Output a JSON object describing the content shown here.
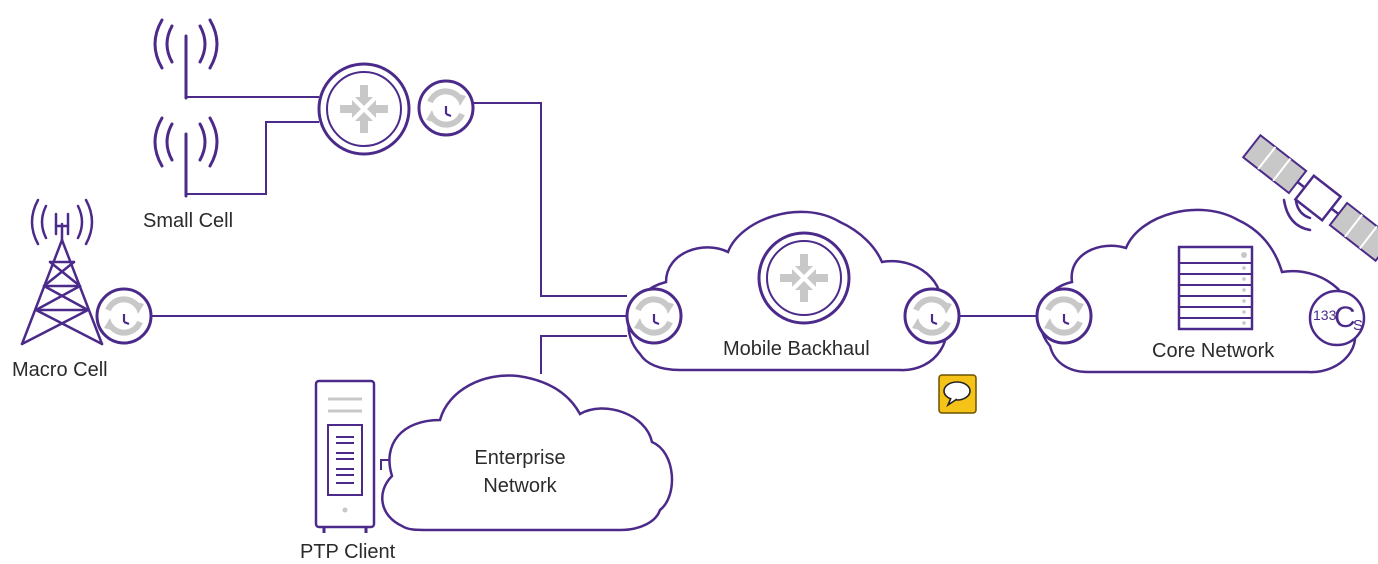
{
  "colors": {
    "purple": "#4b2a8a",
    "gray": "#c8c8c8",
    "comment_yellow": "#f5c218"
  },
  "labels": {
    "small_cell": "Small Cell",
    "macro_cell": "Macro Cell",
    "ptp_client": "PTP Client",
    "enterprise_network": "Enterprise Network",
    "mobile_backhaul": "Mobile Backhaul",
    "core_network": "Core Network"
  },
  "cesium": {
    "mass_number": "133",
    "element": "C",
    "subscript": "S"
  },
  "icons": {
    "router": "router-icon",
    "clock": "clock-icon",
    "antenna": "antenna-icon",
    "tower": "cell-tower-icon",
    "server": "server-icon",
    "satellite": "satellite-icon",
    "comment": "comment-icon"
  }
}
